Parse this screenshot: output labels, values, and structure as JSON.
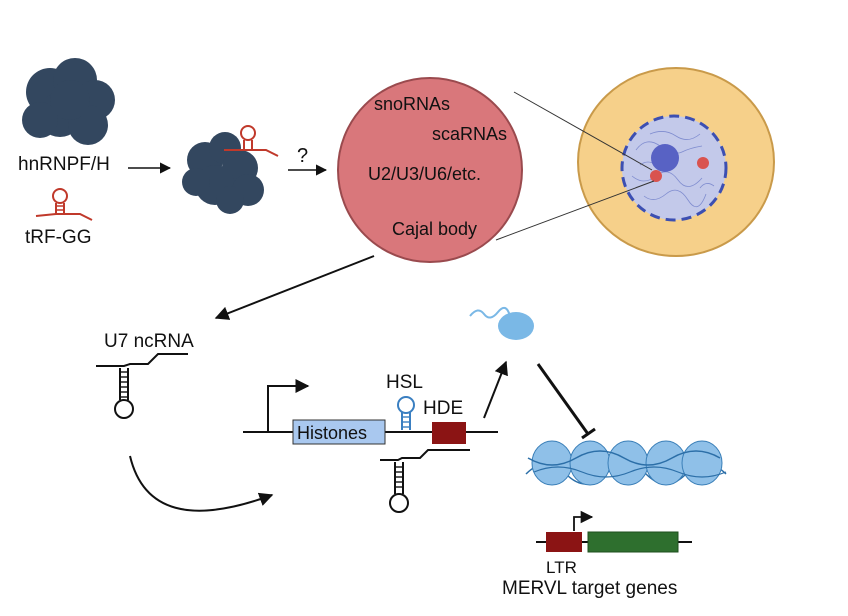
{
  "labels": {
    "hnrnp": "hnRNPF/H",
    "trf": "tRF-GG",
    "question": "?",
    "snornas": "snoRNAs",
    "scarnas": "scaRNAs",
    "u_rnas": "U2/U3/U6/etc.",
    "cajal": "Cajal body",
    "u7": "U7 ncRNA",
    "hsl": "HSL",
    "hde": "HDE",
    "histones": "Histones",
    "ltr": "LTR",
    "merv": "MERVL target genes"
  },
  "colors": {
    "protein": "#33475f",
    "protein_light": "#4a5f78",
    "trna": "#c0392b",
    "cajal_fill": "#d9777b",
    "cajal_stroke": "#9a4a4e",
    "cell_fill": "#f6d08a",
    "cell_stroke": "#c99a4a",
    "nucleus_fill": "#c3c9ea",
    "nucleus_stroke": "#3c4fb2",
    "nucleolus": "#5862c4",
    "dot_red": "#d9534f",
    "histone_box": "#a9c8ef",
    "hde_box": "#8b1414",
    "dna_blue": "#8fc0e8",
    "ltr_box": "#8b1414",
    "gene_box": "#2e6f2e",
    "hsl_loop": "#3a7fc1",
    "factor": "#7ab8e6"
  }
}
